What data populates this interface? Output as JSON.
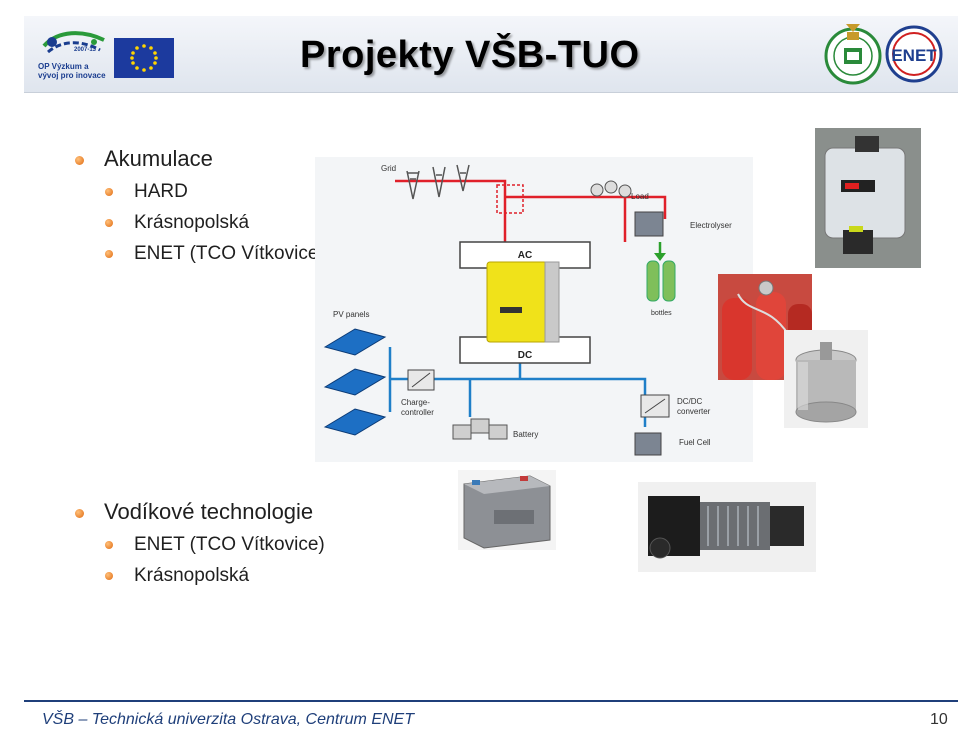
{
  "header": {
    "title": "Projekty VŠB-TUO",
    "op_logo_text": "OP Výzkum a vývoj pro inovace",
    "op_logo_years": "2007-13"
  },
  "section1": {
    "heading": "Akumulace",
    "items": [
      "HARD",
      "Krásnopolská",
      "ENET (TCO Vítkovice)"
    ]
  },
  "section2": {
    "heading": "Vodíkové technologie",
    "items": [
      "ENET (TCO Vítkovice)",
      "Krásnopolská"
    ]
  },
  "diagram": {
    "labels": {
      "grid": "Grid",
      "load": "Load",
      "electrolyser": "Electrolyser",
      "ac": "AC",
      "dc": "DC",
      "bottles": "bottles",
      "pv_panels": "PV panels",
      "charge_controller_1": "Charge-",
      "charge_controller_2": "controller",
      "battery": "Battery",
      "dcdc_1": "DC/DC",
      "dcdc_2": "converter",
      "fuel_cell": "Fuel Cell"
    }
  },
  "footer": {
    "text": "VŠB – Technická univerzita Ostrava, Centrum ENET",
    "page_number": "10"
  },
  "colors": {
    "title": "#000000",
    "bullet": "#e87b1e",
    "footer_text": "#1f3f7a",
    "ac_line": "#e0202a",
    "dc_line": "#1f7fc8"
  },
  "icons": [
    "op-logo-icon",
    "eu-flag-icon",
    "vsb-seal-icon",
    "enet-logo-icon"
  ]
}
